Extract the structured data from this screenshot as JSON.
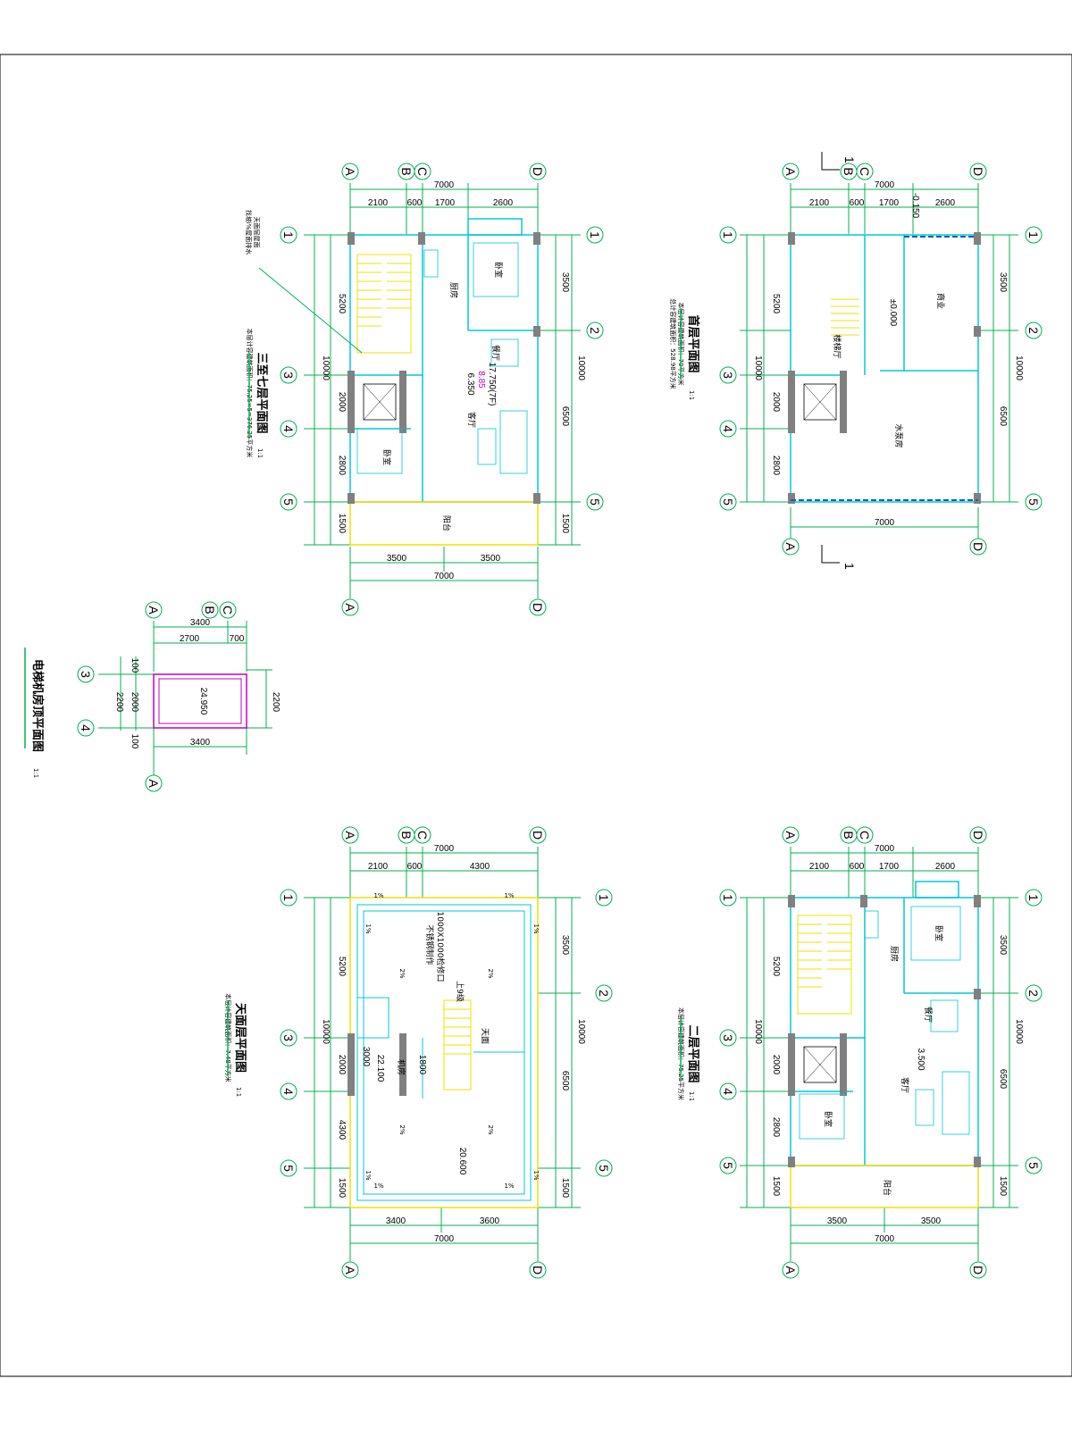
{
  "plans": {
    "first": {
      "title": "首层平面图",
      "scale": "1:1",
      "note1": "本层计容建筑面积：70平方米",
      "note2": "总计容建筑面积：528.98平方米",
      "axes_top": [
        "A",
        "B",
        "C",
        "D"
      ],
      "axes_side": [
        "1",
        "2",
        "3",
        "4",
        "5"
      ],
      "dims_top": [
        "7000",
        "2100",
        "600",
        "1700",
        "2600"
      ],
      "dims_side_a": [
        "5200",
        "10000",
        "2000",
        "2800"
      ],
      "dims_side_b": [
        "3500",
        "10000",
        "6500"
      ],
      "dims_bottom": [
        "7000"
      ],
      "section_mark": "1",
      "rooms": [
        "商业",
        "楼梯厅",
        "水泵房"
      ],
      "levels": [
        "±0.000",
        "-0.150"
      ]
    },
    "typical": {
      "title": "三至七层平面图",
      "scale": "1:1",
      "note1": "本层计容建筑面积：75.25×5=376.25平方米",
      "note2": "天面层屋面",
      "note3": "找坡i%屋面排水",
      "axes_top": [
        "A",
        "B",
        "C",
        "D"
      ],
      "axes_side": [
        "1",
        "2",
        "3",
        "4",
        "5"
      ],
      "dims_top": [
        "7000",
        "2100",
        "600",
        "1700",
        "2600"
      ],
      "dims_side_a": [
        "5200",
        "10000",
        "2000",
        "2800",
        "1500"
      ],
      "dims_side_b": [
        "3500",
        "10000",
        "6500",
        "1500"
      ],
      "dims_bottom": [
        "3500",
        "3500",
        "7000"
      ],
      "rooms": [
        "卧室",
        "厨房",
        "餐厅",
        "客厅",
        "卧室",
        "阳台"
      ],
      "levels": [
        "17.750(7F)",
        "6.350"
      ],
      "level_magenta": "8.85"
    },
    "roof": {
      "title": "电梯机房顶平面图",
      "scale": "1:1",
      "axes_top": [
        "A",
        "B",
        "C"
      ],
      "axes_side": [
        "3",
        "4"
      ],
      "axes_bottom": [
        "A"
      ],
      "dims_top": [
        "3400",
        "2700",
        "700"
      ],
      "dims_side_a": [
        "100",
        "2200",
        "2000",
        "100"
      ],
      "dims_side_b": [
        "2200"
      ],
      "dims_bottom": [
        "3400"
      ],
      "level": "24.950"
    },
    "terrace": {
      "title": "天面层平面图",
      "scale": "1:1",
      "note1": "本层计容建筑面积：7.48平方米",
      "axes_top": [
        "A",
        "B",
        "C",
        "D"
      ],
      "axes_side": [
        "1",
        "2",
        "3",
        "4",
        "5"
      ],
      "dims_top": [
        "7000",
        "2100",
        "600",
        "4300"
      ],
      "dims_side_a": [
        "5200",
        "10000",
        "2000",
        "4300",
        "1500"
      ],
      "dims_side_b": [
        "3500",
        "10000",
        "6500",
        "1500"
      ],
      "dims_bottom": [
        "3400",
        "3600",
        "7000"
      ],
      "rooms": [
        "天面",
        "机房"
      ],
      "hatch": "1000X1000检修口",
      "hatch2": "不锈钢制作",
      "stairs": "上9级",
      "slopes": [
        "1%",
        "1%",
        "1%",
        "1%",
        "1%",
        "1%",
        "1%",
        "1%",
        "2%",
        "2%",
        "2%",
        "2%"
      ],
      "levels": [
        "22.100",
        "20.600"
      ],
      "dims_inner": [
        "3000",
        "1800"
      ]
    },
    "second": {
      "title": "二层平面图",
      "scale": "1:1",
      "note1": "本层计容建筑面积：75.25平方米",
      "axes_top": [
        "A",
        "B",
        "C",
        "D"
      ],
      "axes_side": [
        "1",
        "2",
        "3",
        "4",
        "5"
      ],
      "dims_top": [
        "7000",
        "2100",
        "600",
        "1700",
        "2600"
      ],
      "dims_side_a": [
        "5200",
        "10000",
        "2000",
        "2800",
        "1500"
      ],
      "dims_side_b": [
        "3500",
        "10000",
        "6500",
        "1500"
      ],
      "dims_bottom": [
        "3500",
        "3500",
        "7000"
      ],
      "rooms": [
        "卧室",
        "厨房",
        "餐厅",
        "客厅",
        "卧室",
        "阳台"
      ],
      "levels": [
        "3.500"
      ]
    }
  },
  "colors": {
    "dim": "#00b050",
    "wall": "#808080",
    "cyan": "#00c8d8",
    "yellow": "#f0e000",
    "magenta": "#c000c0"
  }
}
